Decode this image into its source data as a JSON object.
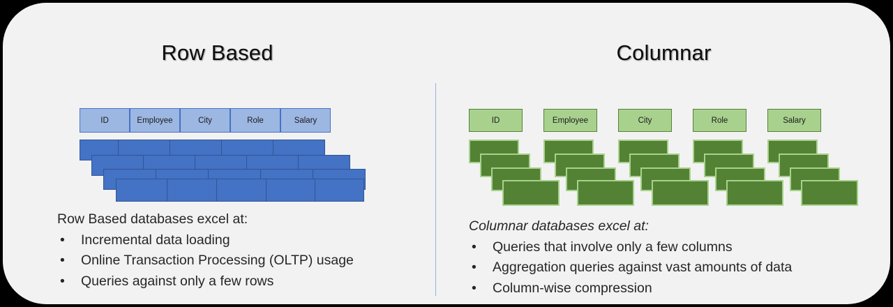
{
  "slide": {
    "background_color": "#F2F2F2",
    "outer_color": "#000000",
    "divider_color": "#94B3E4"
  },
  "left_panel": {
    "title": "Row Based",
    "colors": {
      "header_fill": "#9DB7E3",
      "header_border": "#4472C4",
      "cell_fill": "#4472C4",
      "cell_border": "#2F5597"
    },
    "headers": [
      "ID",
      "Employee",
      "City",
      "Role",
      "Salary"
    ],
    "row_bands": 4,
    "text": {
      "heading": "Row Based databases excel at:",
      "italic_heading": false,
      "bullet_glyph": "•",
      "bullets": [
        "Incremental data loading",
        "Online Transaction Processing (OLTP) usage",
        "Queries against only a few rows"
      ]
    }
  },
  "right_panel": {
    "title": "Columnar",
    "colors": {
      "header_fill": "#A9D18E",
      "header_border": "#548235",
      "cell_fill": "#538234",
      "cell_border": "#A9D18E"
    },
    "headers": [
      "ID",
      "Employee",
      "City",
      "Role",
      "Salary"
    ],
    "stack_depth": 4,
    "text": {
      "heading": "Columnar databases excel at:",
      "italic_heading": true,
      "bullet_glyph": "•",
      "bullets": [
        "Queries that involve only a few columns",
        "Aggregation queries against vast amounts of data",
        "Column-wise compression"
      ]
    }
  }
}
